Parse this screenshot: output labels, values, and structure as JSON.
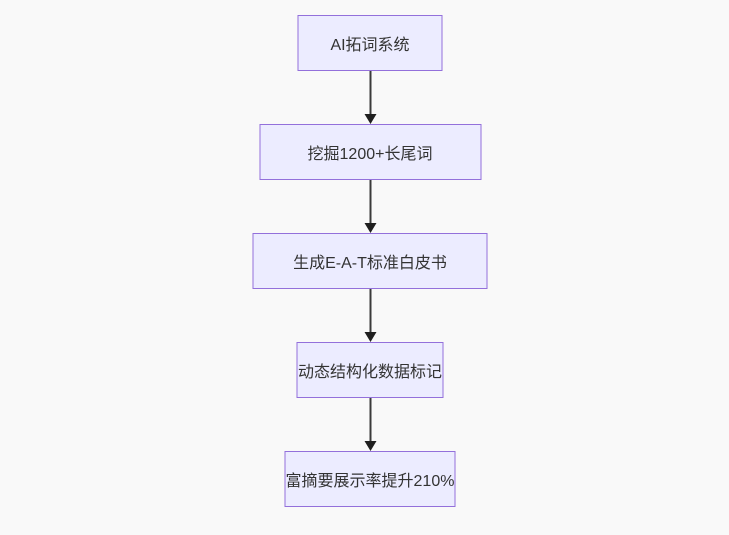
{
  "diagram": {
    "type": "flowchart",
    "direction": "top-down",
    "colors": {
      "background": "#f9f9f9",
      "node_fill": "#ececff",
      "node_border": "#9370db",
      "node_text": "#333333",
      "arrow": "#333333"
    },
    "nodes": [
      {
        "id": "A",
        "label": "AI拓词系统"
      },
      {
        "id": "B",
        "label": "挖掘1200+长尾词"
      },
      {
        "id": "C",
        "label": "生成E-A-T标准白皮书"
      },
      {
        "id": "D",
        "label": "动态结构化数据标记"
      },
      {
        "id": "E",
        "label": "富摘要展示率提升210%"
      }
    ],
    "edges": [
      {
        "from": "A",
        "to": "B"
      },
      {
        "from": "B",
        "to": "C"
      },
      {
        "from": "C",
        "to": "D"
      },
      {
        "from": "D",
        "to": "E"
      }
    ]
  }
}
